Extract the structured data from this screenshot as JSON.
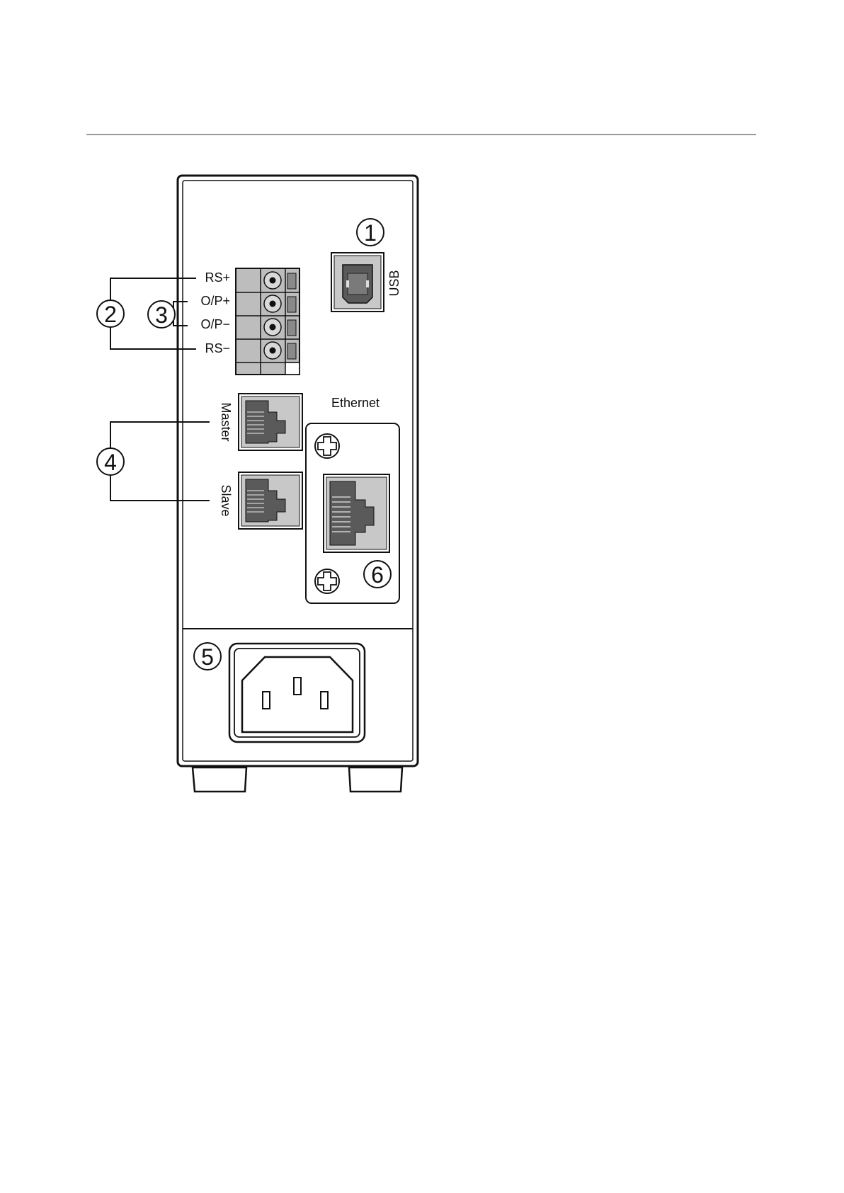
{
  "callouts": {
    "usb_port": "1",
    "remote_sense": "2",
    "output_terminal": "3",
    "master_slave": "4",
    "power_inlet": "5",
    "ethernet": "6"
  },
  "terminal_labels": [
    "RS+",
    "O/P+",
    "O/P−",
    "RS−"
  ],
  "port_labels": {
    "usb": "USB",
    "ethernet": "Ethernet",
    "master": "Master",
    "slave": "Slave"
  },
  "icons": {
    "screw": "phillips-screw-icon",
    "rj45": "rj45-port-icon",
    "usb_b": "usb-b-port-icon",
    "iec_inlet": "iec-c14-inlet-icon"
  },
  "colors": {
    "line": "#111111",
    "rule": "#9a9a9a",
    "port_body": "#c8c8c8",
    "port_dark": "#5a5a5a",
    "terminal_body": "#bdbdbd"
  }
}
